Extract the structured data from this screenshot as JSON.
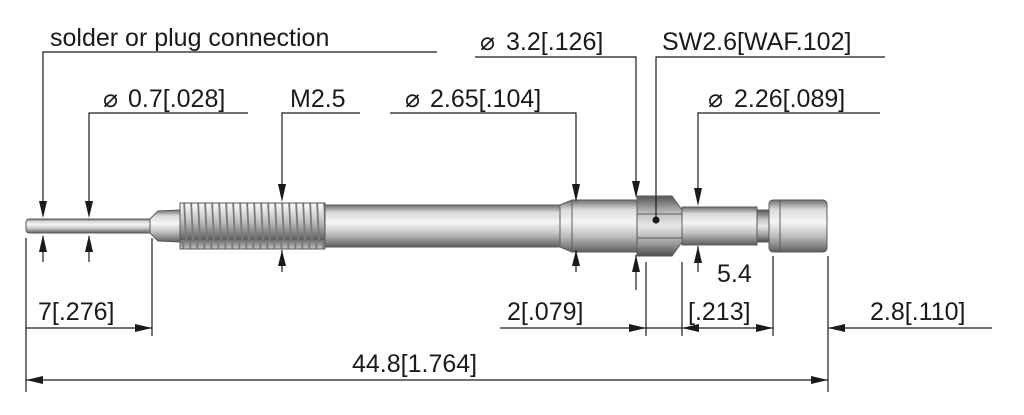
{
  "labels": {
    "connection": "solder or plug connection",
    "pin_diameter": "0.7[.028]",
    "thread": "M2.5",
    "shank_diameter": "2.65[.104]",
    "collar_diameter": "3.2[.126]",
    "wrench_size": "SW2.6[WAF.102]",
    "tip_diameter": "2.26[.089]",
    "pin_length": "7[.276]",
    "collar_length": "2[.079]",
    "tip_length_top": "5.4",
    "tip_length_bottom": "[.213]",
    "cap_length": "2.8[.110]",
    "overall_length": "44.8[1.764]",
    "diameter_symbol": "⌀"
  },
  "colors": {
    "line": "#1a1a1a",
    "metal_light": "#f4f4f4",
    "metal_mid": "#c8c8c8",
    "metal_dark": "#6e6e6e",
    "thread_dark": "#8a8a8a"
  }
}
